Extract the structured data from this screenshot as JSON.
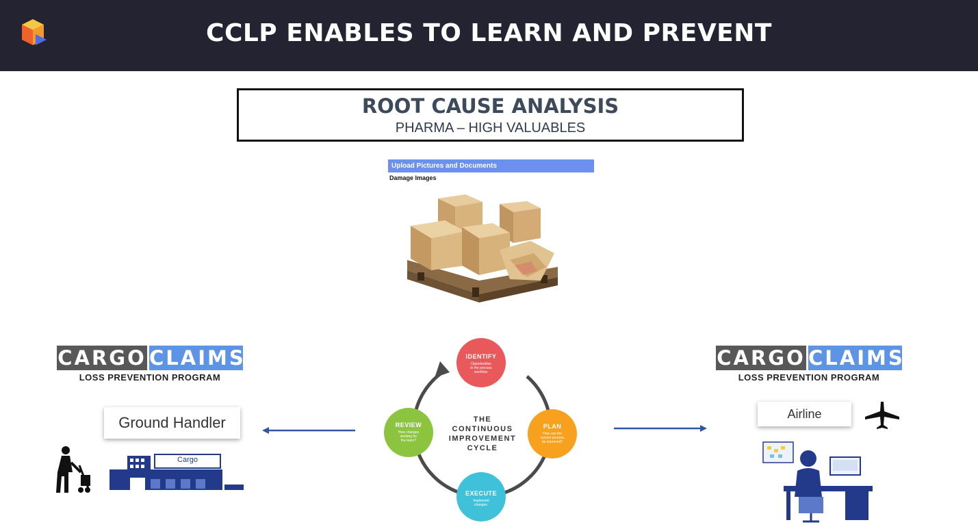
{
  "header": {
    "title": "CCLP ENABLES TO LEARN AND PREVENT"
  },
  "rca": {
    "title": "ROOT CAUSE ANALYSIS",
    "subtitle": "PHARMA – HIGH VALUABLES"
  },
  "upload": {
    "bar_label": "Upload Pictures and Documents",
    "section_label": "Damage Images"
  },
  "left_logo": {
    "word1": "CARGO",
    "word2": "CLAIMS",
    "tagline": "LOSS PREVENTION PROGRAM"
  },
  "right_logo": {
    "word1": "CARGO",
    "word2": "CLAIMS",
    "tagline": "LOSS PREVENTION PROGRAM"
  },
  "left_panel": {
    "role_label": "Ground Handler",
    "building_sign": "Cargo"
  },
  "right_panel": {
    "role_label": "Airline"
  },
  "cycle": {
    "center_line1": "THE",
    "center_line2": "CONTINUOUS",
    "center_line3": "IMPROVEMENT",
    "center_line4": "CYCLE",
    "identify": {
      "title": "IDENTIFY",
      "desc1": "Opportunities",
      "desc2": "in the process",
      "desc3": "workflow.",
      "color": "#e9585b"
    },
    "plan": {
      "title": "PLAN",
      "desc1": "How can the",
      "desc2": "current process",
      "desc3": "be improved?",
      "color": "#f7a11e"
    },
    "execute": {
      "title": "EXECUTE",
      "desc1": "Implement",
      "desc2": "changes.",
      "color": "#3fc2d9"
    },
    "review": {
      "title": "REVIEW",
      "desc1": "How changes",
      "desc2": "working for",
      "desc3": "the team?",
      "color": "#8dc43f"
    }
  },
  "colors": {
    "header_bg": "#232331",
    "claims_blue": "#5d94e6",
    "cargo_gray": "#585858",
    "arrow_blue": "#2f56a6",
    "navy": "#233a8a"
  }
}
